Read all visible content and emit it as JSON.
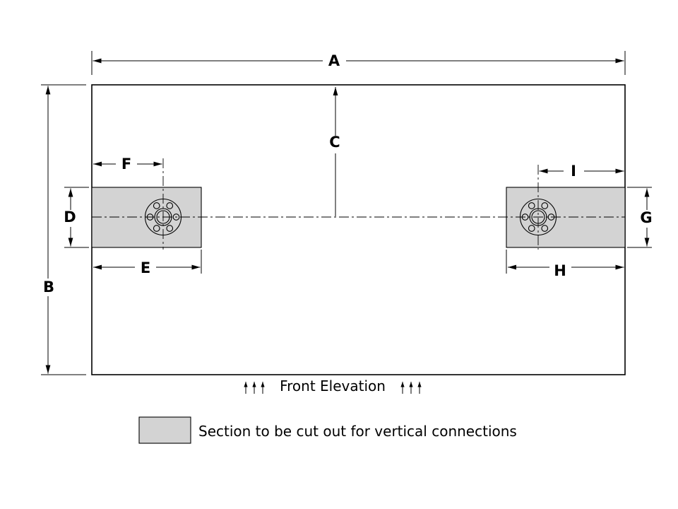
{
  "drawing": {
    "dims": {
      "A": "A",
      "B": "B",
      "C": "C",
      "D": "D",
      "E": "E",
      "F": "F",
      "G": "G",
      "H": "H",
      "I": "I"
    },
    "caption": "Front Elevation",
    "legend_text": "Section  to be cut out for vertical connections",
    "icons": {
      "caption_arrows": "three-up-arrows"
    },
    "colors": {
      "cutout": "#d3d3d3",
      "line": "#000000",
      "background": "#ffffff"
    }
  }
}
